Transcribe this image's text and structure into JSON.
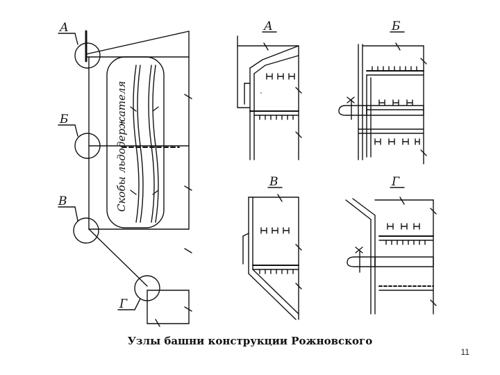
{
  "labels": {
    "left_A": "А",
    "left_B": "Б",
    "left_V": "В",
    "left_G": "Г",
    "detail_A": "А",
    "detail_B": "Б",
    "detail_V": "В",
    "detail_G": "Г",
    "brackets": "Скобы льдодержателя"
  },
  "caption": "Узлы башни конструкции Рожновского",
  "slide_number": "11"
}
